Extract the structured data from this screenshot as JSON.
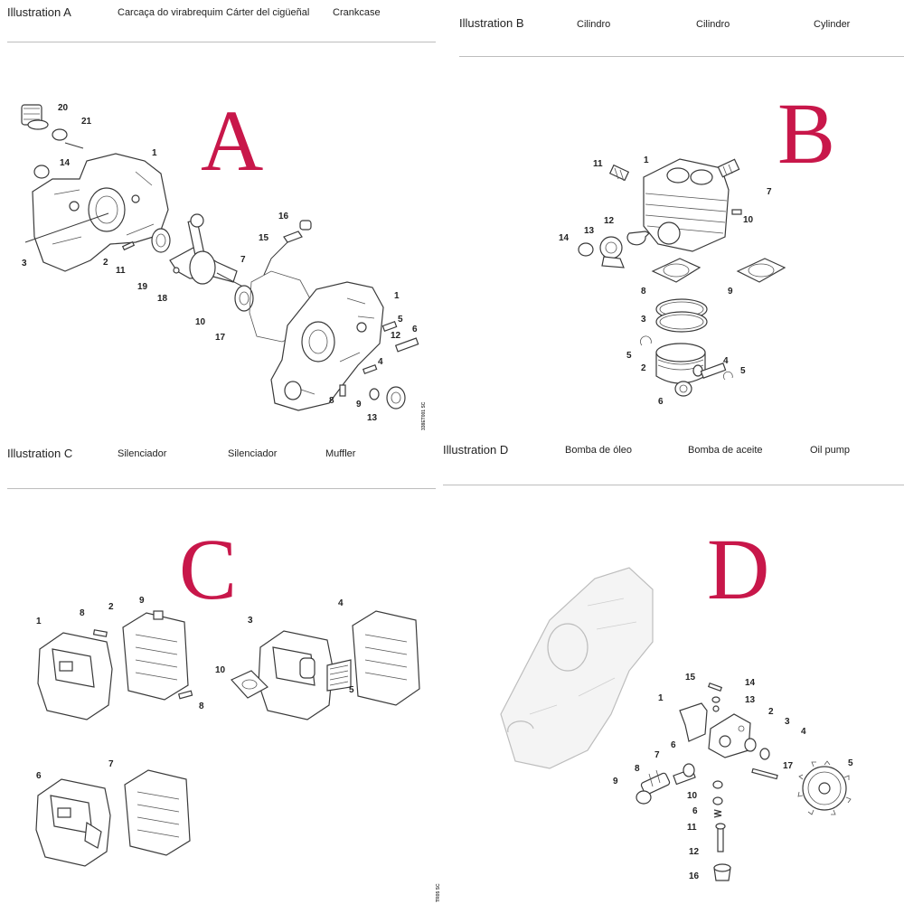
{
  "colors": {
    "letter": "#c8174a",
    "rule": "#bdbdbd",
    "line": "#3a3a3a"
  },
  "illustrations": {
    "A": {
      "title": "Illustration  A",
      "pt": "Carcaça do virabrequim",
      "es": "Cárter del cigüeñal",
      "en": "Crankcase",
      "letter": "A",
      "code": "338ET001 SC",
      "labels": {
        "l1a": "1",
        "l1b": "1",
        "l2": "2",
        "l3": "3",
        "l4": "4",
        "l5": "5",
        "l6": "6",
        "l7": "7",
        "l8": "8",
        "l9": "9",
        "l10": "10",
        "l11": "11",
        "l12": "12",
        "l13": "13",
        "l14": "14",
        "l15": "15",
        "l16": "16",
        "l17": "17",
        "l18": "18",
        "l19": "19",
        "l20": "20",
        "l21": "21"
      }
    },
    "B": {
      "title": "Illustration  B",
      "pt": "Cilindro",
      "es": "Cilindro",
      "en": "Cylinder",
      "letter": "B",
      "labels": {
        "l1": "1",
        "l2": "2",
        "l3": "3",
        "l4": "4",
        "l5a": "5",
        "l5b": "5",
        "l6": "6",
        "l7": "7",
        "l8": "8",
        "l9": "9",
        "l10": "10",
        "l11": "11",
        "l12": "12",
        "l13": "13",
        "l14": "14"
      }
    },
    "C": {
      "title": "Illustration  C",
      "pt": "Silenciador",
      "es": "Silenciador",
      "en": "Muffler",
      "letter": "C",
      "code": "TR05 SC",
      "labels": {
        "l1": "1",
        "l2": "2",
        "l3": "3",
        "l4": "4",
        "l5": "5",
        "l6": "6",
        "l7": "7",
        "l8a": "8",
        "l8b": "8",
        "l9": "9",
        "l10": "10"
      }
    },
    "D": {
      "title": "Illustration  D",
      "pt": "Bomba de óleo",
      "es": "Bomba de aceite",
      "en": "Oil pump",
      "letter": "D",
      "labels": {
        "l1": "1",
        "l2": "2",
        "l3": "3",
        "l4": "4",
        "l5": "5",
        "l6a": "6",
        "l6b": "6",
        "l7": "7",
        "l8": "8",
        "l9": "9",
        "l10": "10",
        "l11": "11",
        "l12": "12",
        "l13": "13",
        "l14": "14",
        "l15": "15",
        "l16": "16",
        "l17": "17"
      }
    }
  }
}
